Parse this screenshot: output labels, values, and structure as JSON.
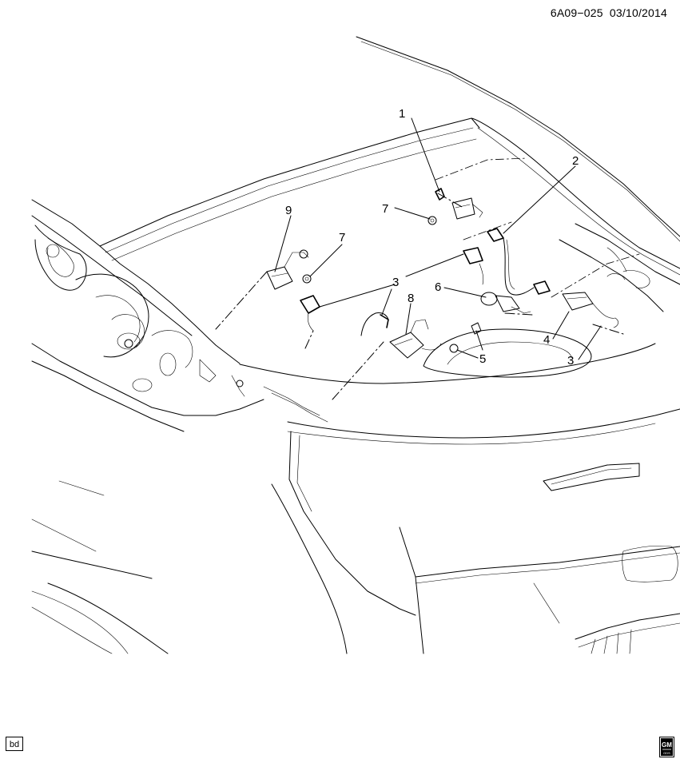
{
  "header": {
    "diagram_code": "6A09−025",
    "date": "03/10/2014"
  },
  "callouts": [
    {
      "id": "c1",
      "label": "1"
    },
    {
      "id": "c2",
      "label": "2"
    },
    {
      "id": "c3a",
      "label": "3"
    },
    {
      "id": "c3b",
      "label": "3"
    },
    {
      "id": "c4",
      "label": "4"
    },
    {
      "id": "c5",
      "label": "5"
    },
    {
      "id": "c6",
      "label": "6"
    },
    {
      "id": "c7a",
      "label": "7"
    },
    {
      "id": "c7b",
      "label": "7"
    },
    {
      "id": "c8",
      "label": "8"
    },
    {
      "id": "c9",
      "label": "9"
    }
  ],
  "footer": {
    "badge_text": "bd",
    "logo_text": "GM",
    "logo_subtext": "GDS"
  }
}
